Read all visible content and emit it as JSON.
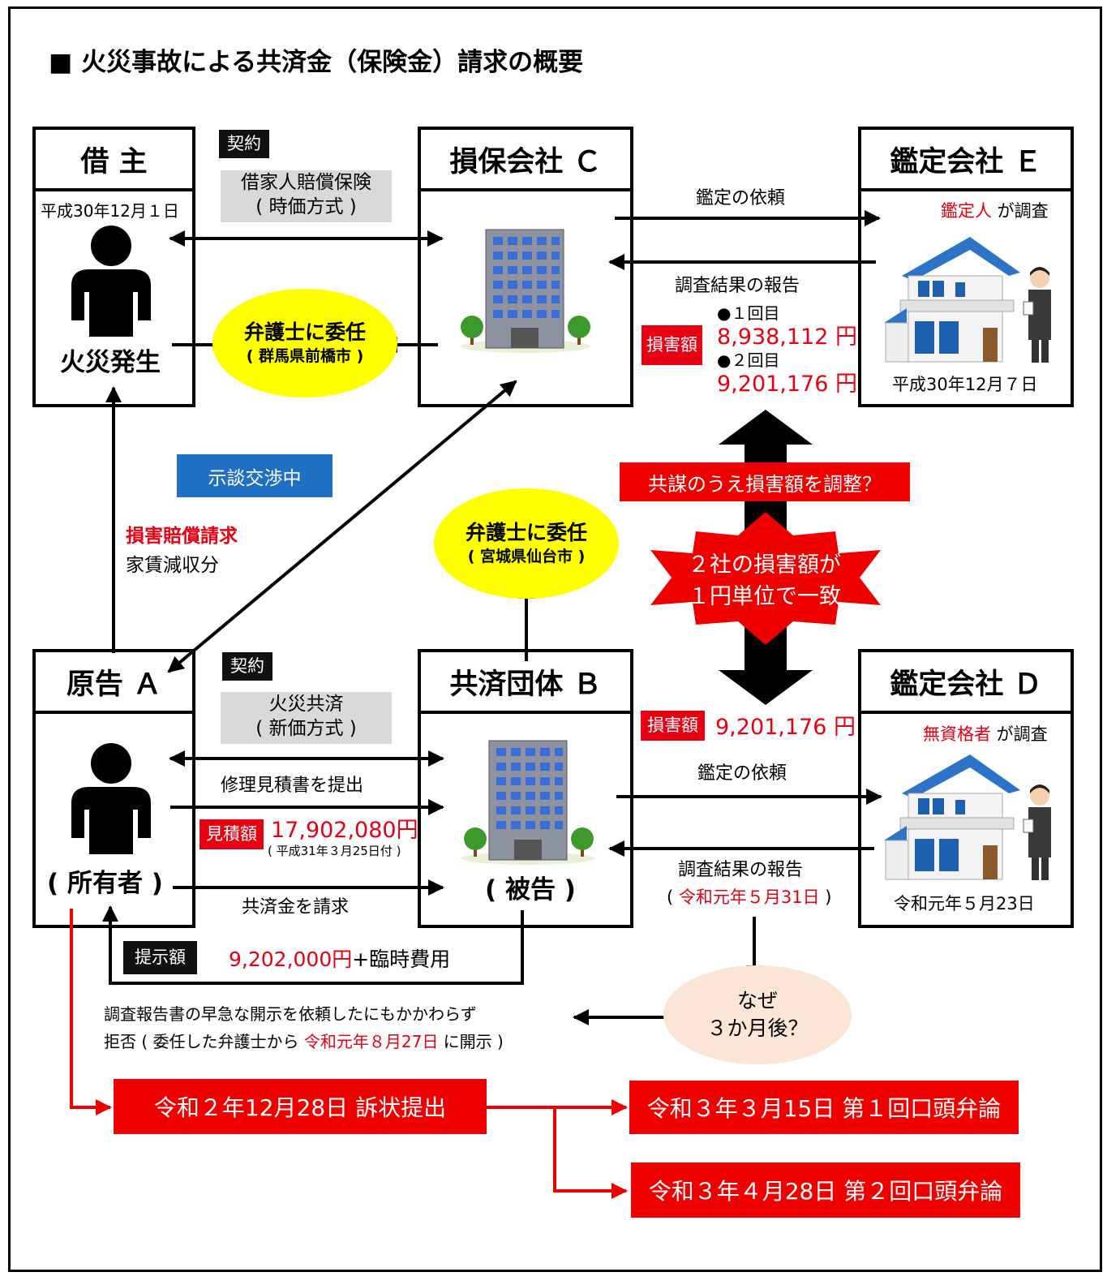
{
  "title": "■ 火災事故による共済金（保険金）請求の概要",
  "shakunushi": {
    "header": "借 主",
    "date": "平成30年12月１日",
    "event": "火災発生"
  },
  "sonpo": {
    "header": "損保会社 Ｃ"
  },
  "kantei_e": {
    "header": "鑑定会社 Ｅ",
    "surveyor_red": "鑑定人",
    "surveyor_suffix": " が調査",
    "date": "平成30年12月７日"
  },
  "genkoku": {
    "header": "原告 Ａ",
    "owner": "( 所有者 )"
  },
  "kyosai": {
    "header": "共済団体 Ｂ",
    "defendant": "( 被告 )"
  },
  "kantei_d": {
    "header": "鑑定会社 Ｄ",
    "surveyor_red": "無資格者",
    "surveyor_suffix": " が調査",
    "date": "令和元年５月23日"
  },
  "contract_top": {
    "tag": "契約",
    "line1": "借家人賠償保険",
    "line2": "( 時価方式 )"
  },
  "contract_bottom": {
    "tag": "契約",
    "line1": "火災共済",
    "line2": "( 新価方式 )"
  },
  "lawyer_maebashi": {
    "line1": "弁護士に委任",
    "line2": "( 群馬県前橋市 )"
  },
  "lawyer_sendai": {
    "line1": "弁護士に委任",
    "line2": "( 宮城県仙台市 )"
  },
  "settlement": "示談交渉中",
  "damages_claim": {
    "line1": "損害賠償請求",
    "line2": "家賃減収分"
  },
  "request_e": "鑑定の依頼",
  "report_e": "調査結果の報告",
  "damage_e": {
    "tag": "損害額",
    "first_label": "●１回目",
    "first_amount": "8,938,112 円",
    "second_label": "●２回目",
    "second_amount": "9,201,176 円"
  },
  "conspiracy": "共謀のうえ損害額を調整？",
  "match": {
    "line1": "２社の損害額が",
    "line2": "１円単位で一致"
  },
  "damage_d": {
    "tag": "損害額",
    "amount": "9,201,176 円"
  },
  "request_d": "鑑定の依頼",
  "report_d": {
    "line1": "調査結果の報告",
    "open": "( ",
    "date": "令和元年５月31日",
    "close": " )"
  },
  "repair": "修理見積書を提出",
  "estimate": {
    "tag": "見積額",
    "amount": "17,902,080円",
    "date": "( 平成31年３月25日付 )"
  },
  "claim_kyosai": "共済金を請求",
  "offer": {
    "tag": "提示額",
    "amount": "9,202,000円",
    "suffix": "+臨時費用"
  },
  "why": {
    "line1": "なぜ",
    "line2": "３か月後？"
  },
  "refusal": {
    "line1": "調査報告書の早急な開示を依頼したにもかかわらず",
    "line2_a": "拒否 ( 委任した弁護士から ",
    "line2_red": "令和元年８月27日",
    "line2_b": " に開示 )"
  },
  "timeline": {
    "lawsuit": "令和２年12月28日 訴状提出",
    "hearing1": "令和３年３月15日 第１回口頭弁論",
    "hearing2": "令和３年４月28日 第２回口頭弁論"
  },
  "colors": {
    "red": "#e60012",
    "blue": "#1f6fc4",
    "yellow": "#ffff00",
    "peach": "#fbe5d6",
    "gray": "#d9d9d9"
  }
}
